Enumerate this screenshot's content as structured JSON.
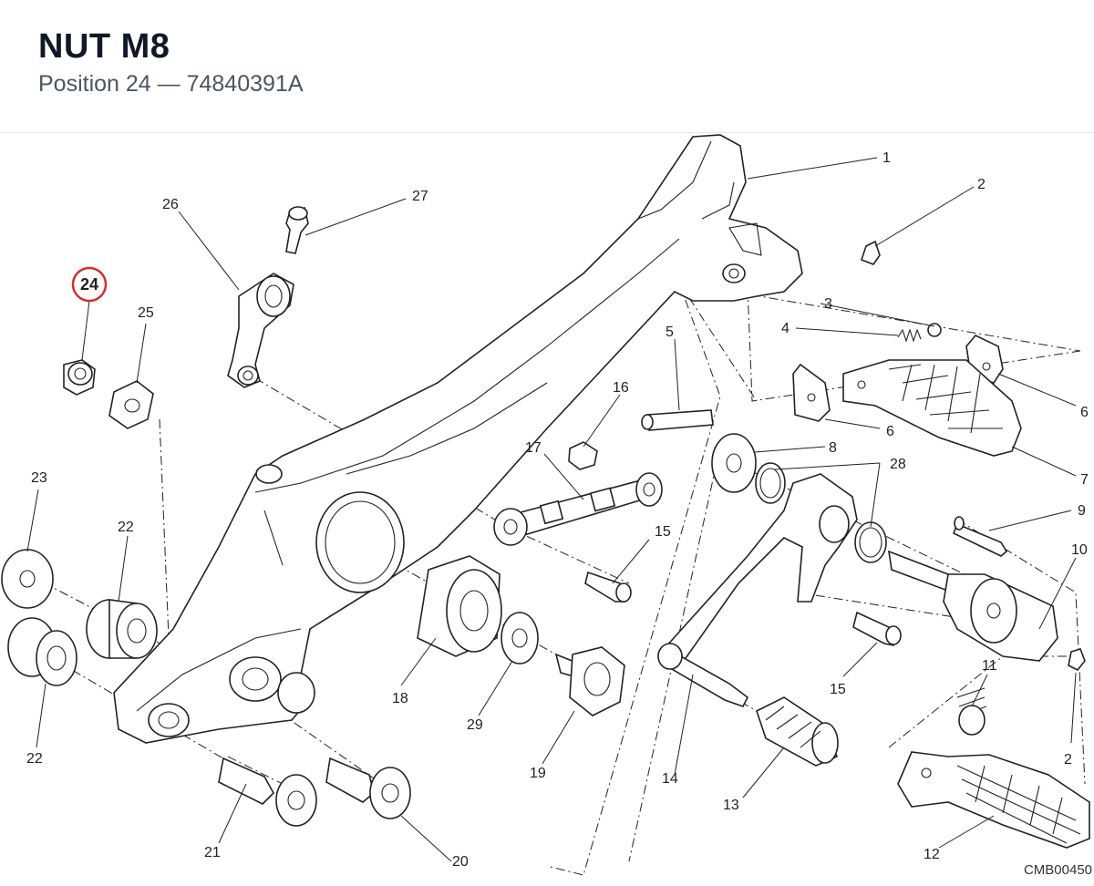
{
  "header": {
    "title": "NUT M8",
    "subtitle": "Position 24 — 74840391A"
  },
  "diagram": {
    "highlighted_position": "24",
    "highlight_color": "#d32f2f",
    "drawing_code": "CMB00450",
    "callouts": [
      "1",
      "2",
      "3",
      "4",
      "5",
      "6",
      "6",
      "7",
      "8",
      "9",
      "10",
      "11",
      "2",
      "12",
      "13",
      "14",
      "15",
      "15",
      "16",
      "17",
      "18",
      "19",
      "20",
      "21",
      "22",
      "22",
      "23",
      "24",
      "25",
      "26",
      "27",
      "28",
      "29"
    ]
  }
}
